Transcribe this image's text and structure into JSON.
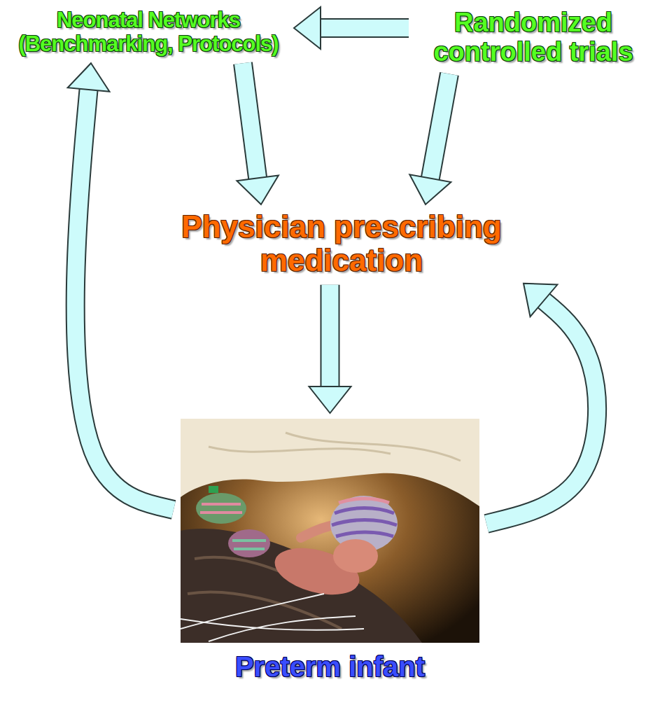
{
  "diagram": {
    "nodes": [
      {
        "text": [
          "Neonatal Networks (Benchmarking, Protocols)"
        ]
      },
      {
        "text": [
          "Randomized controlled trials"
        ]
      },
      {
        "text": [
          "Physician prescribing medication"
        ]
      },
      {
        "text": [
          "Preterm infant"
        ]
      }
    ],
    "edges": [
      {
        "from": 1,
        "to": 0,
        "arrow": "to"
      },
      {
        "from": 0,
        "to": 2,
        "arrow": "to"
      },
      {
        "from": 1,
        "to": 2,
        "arrow": "to"
      },
      {
        "from": 2,
        "to": 3,
        "arrow": "to"
      },
      {
        "from": 3,
        "to": 0,
        "arrow": "to"
      },
      {
        "from": 3,
        "to": 2,
        "arrow": "to"
      }
    ]
  }
}
